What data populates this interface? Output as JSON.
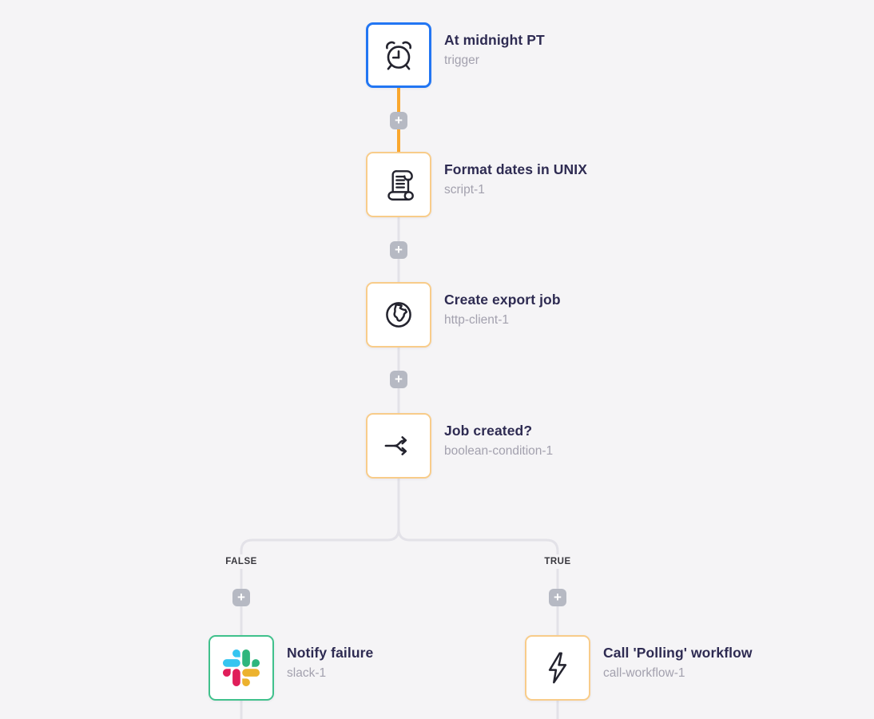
{
  "page": {
    "type": "workflow-builder-canvas"
  },
  "colors": {
    "background": "#f5f4f6",
    "title_text": "#2e2b52",
    "subtitle_text": "#a3a1ae",
    "branch_label_text": "#38373d",
    "connector_gray": "#e3e2e8",
    "connector_active_orange": "#faa72e",
    "add_button_gray": "#b6b9c3",
    "node_border_selected_blue": "#2276f3",
    "node_border_default_amber": "#f8cc8a",
    "node_border_slack_green": "#40c18c",
    "slack_blue": "#36C5F0",
    "slack_green": "#2EB67D",
    "slack_yellow": "#ECB22E",
    "slack_red": "#E01E5A"
  },
  "glyphs": {
    "plus": "+"
  },
  "nodes": [
    {
      "title": "At midnight PT",
      "subtitle": "trigger",
      "icon": "alarm-clock-icon",
      "state": "selected"
    },
    {
      "title": "Format dates in UNIX",
      "subtitle": "script-1",
      "icon": "scroll-icon",
      "state": "default"
    },
    {
      "title": "Create export job",
      "subtitle": "http-client-1",
      "icon": "globe-icon",
      "state": "default"
    },
    {
      "title": "Job created?",
      "subtitle": "boolean-condition-1",
      "icon": "branch-split-icon",
      "state": "default"
    },
    {
      "title": "Notify failure",
      "subtitle": "slack-1",
      "icon": "slack-icon",
      "state": "default"
    },
    {
      "title": "Call 'Polling' workflow",
      "subtitle": "call-workflow-1",
      "icon": "lightning-icon",
      "state": "default"
    }
  ],
  "branch": {
    "false_label": "FALSE",
    "true_label": "TRUE"
  }
}
